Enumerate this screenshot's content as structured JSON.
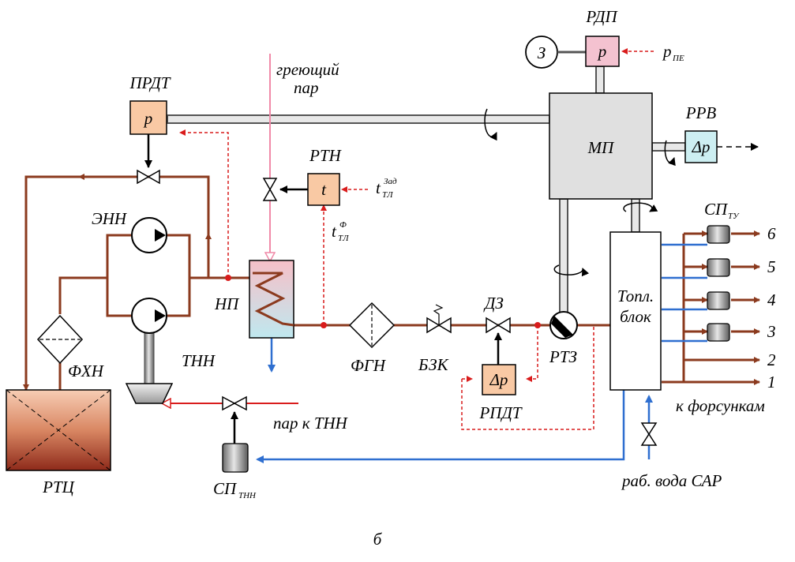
{
  "labels": {
    "rdp": "РДП",
    "p_pe_main": "p",
    "p_pe_sub": "ПЕ",
    "motor": "З",
    "p_sym": "p",
    "prdt": "ПРДТ",
    "heating_steam_1": "греющий",
    "heating_steam_2": "пар",
    "rtn": "РТН",
    "t_sym": "t",
    "t_zad_main": "t",
    "t_zad_sub": "ТЛ",
    "t_zad_sup": "Зад",
    "t_f_main": "t",
    "t_f_sub": "ТЛ",
    "t_f_sup": "Ф",
    "mp": "МП",
    "rrv": "РРВ",
    "dp_sym": "Δp",
    "enn": "ЭНН",
    "np": "НП",
    "fgn": "ФГН",
    "bzk": "БЗК",
    "dz": "ДЗ",
    "rtz": "РТЗ",
    "fuel_block_1": "Топл.",
    "fuel_block_2": "блок",
    "sp_tu_main": "СП",
    "sp_tu_sub": "ТУ",
    "fhn": "ФХН",
    "tnn": "ТНН",
    "rpdt": "РПДТ",
    "steam_to_tnn": "пар к ТНН",
    "to_injectors": "к форсункам",
    "rtc": "РТЦ",
    "sp_tnn_main": "СП",
    "sp_tnn_sub": "ТНН",
    "work_water": "раб. вода САР",
    "caption": "б",
    "outputs": [
      "6",
      "5",
      "4",
      "3",
      "2",
      "1"
    ]
  },
  "colors": {
    "fuel_line": "#8b3a1e",
    "water_line": "#2f6fd0",
    "steam_line": "#d91c1c",
    "signal_line": "#d91c1c",
    "controller_fill": "#f9c9a4",
    "rdp_fill": "#f4c2d0",
    "rrv_fill": "#cdeff2",
    "mp_fill": "#e0e0e0"
  }
}
